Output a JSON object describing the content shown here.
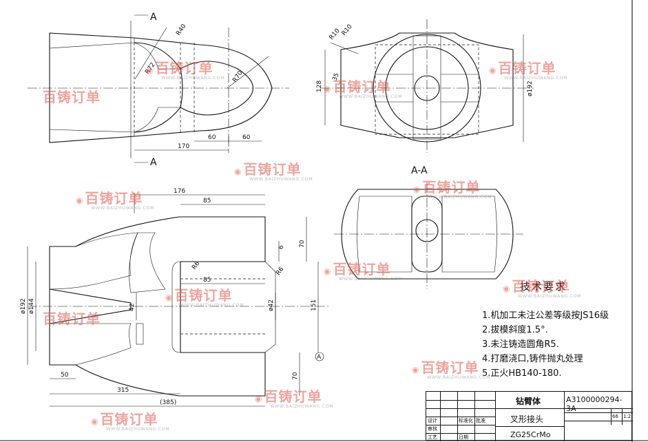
{
  "views": {
    "section_mark": "A",
    "section_title": "A-A"
  },
  "dimensions": {
    "top_view": [
      "R40",
      "R72",
      "R70",
      "170",
      "60",
      "60"
    ],
    "side_view": [
      "R10",
      "R10",
      "35",
      "128",
      "ø192"
    ],
    "front_view": [
      "176",
      "85",
      "6",
      "70",
      "R6",
      "R6",
      "85",
      "ø42",
      "151",
      "42",
      "ø192",
      "ø144",
      "50",
      "315",
      "(385)",
      "70"
    ],
    "datum": "A"
  },
  "technical_requirements": {
    "title": "技术要求",
    "items": [
      "1.机加工未注公差等级按JS16级",
      "2.拔模斜度1.5°.",
      "3.未注铸造圆角R5.",
      "4.打磨浇口,铸件抛丸处理",
      "5.正火HB140-180."
    ]
  },
  "title_block": {
    "assembly": "钻臂体",
    "part_name": "叉形接头",
    "material": "ZG25CrMo",
    "drawing_no": "A3100000294-3A",
    "weight": "66",
    "scale": "1:2",
    "labels": [
      "设计",
      "审核",
      "工艺",
      "标准化",
      "日期",
      "批准"
    ]
  },
  "watermark": {
    "name": "百铸订单",
    "url": "WWW.BAIZHUWANG.COM"
  }
}
